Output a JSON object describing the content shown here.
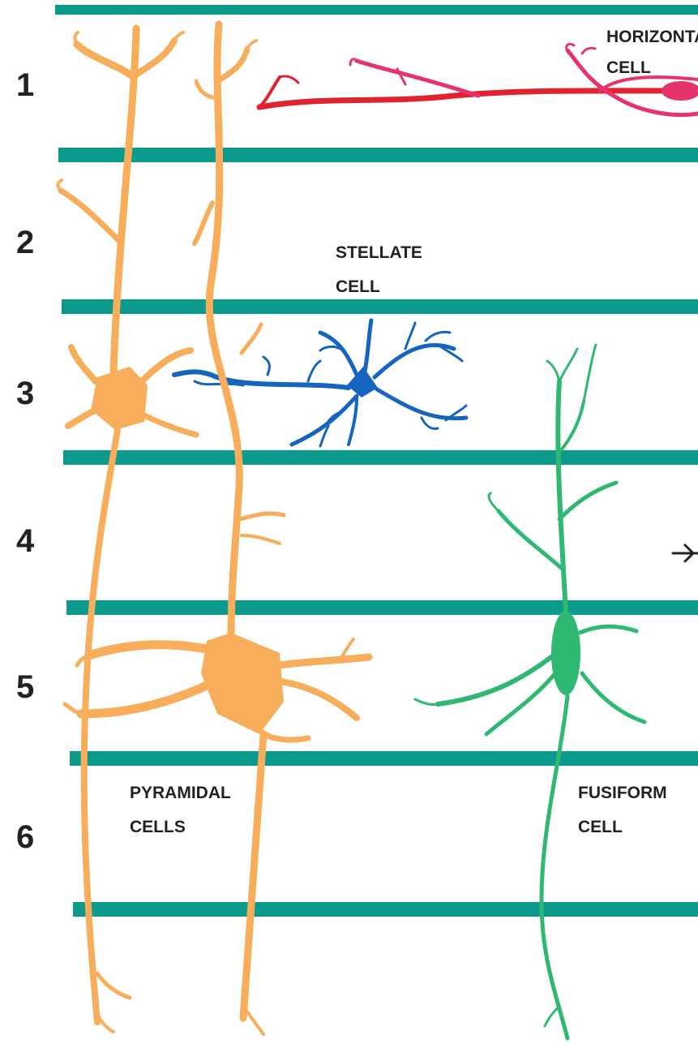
{
  "colors": {
    "layer_line": "#0c9a8c",
    "pyramidal": "#f7ad5a",
    "stellate": "#1565c0",
    "horizontal": "#e1222f",
    "horizontal_branch": "#e6336b",
    "fusiform": "#2eb872",
    "text": "#222222"
  },
  "layers": [
    "1",
    "2",
    "3",
    "4",
    "5",
    "6"
  ],
  "cells": {
    "horizontal": {
      "line1": "HORIZONTA",
      "line2": "CELL",
      "icon": "horizontal-neuron"
    },
    "stellate": {
      "line1": "STELLATE",
      "line2": "CELL",
      "icon": "stellate-neuron"
    },
    "pyramidal": {
      "line1": "PYRAMIDAL",
      "line2": "CELLS",
      "icon": "pyramidal-neuron"
    },
    "fusiform": {
      "line1": "FUSIFORM",
      "line2": "CELL",
      "icon": "fusiform-neuron"
    }
  }
}
